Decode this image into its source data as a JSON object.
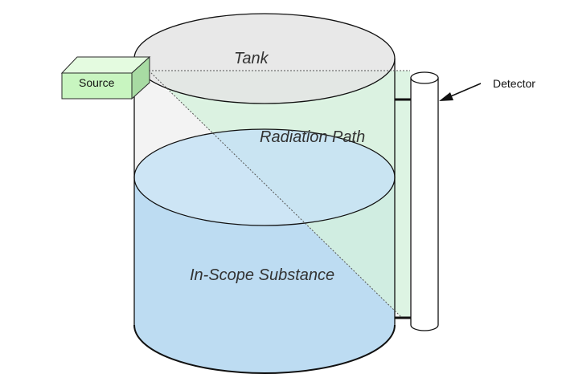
{
  "labels": {
    "tank": "Tank",
    "radiation_path": "Radiation Path",
    "substance": "In-Scope Substance",
    "source": "Source",
    "detector": "Detector"
  },
  "colors": {
    "liquid": "#b9daf1",
    "liquid_surface": "#c4e1f4",
    "radiation_beam": "#dff3e6",
    "source_front": "#c8f5c0",
    "source_top": "#e4fbe0",
    "source_side": "#a9dca4",
    "tank_lid": "#e9e9e9",
    "tank_wall": "#f3f3f3",
    "outline": "#111111"
  }
}
